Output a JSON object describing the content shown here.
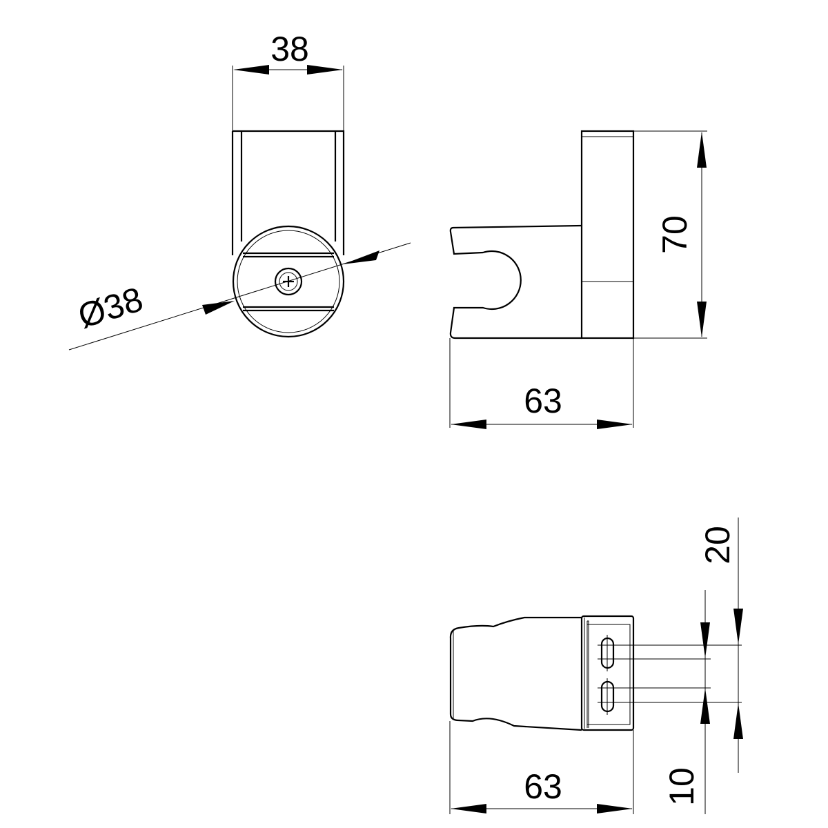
{
  "dimensions": {
    "front_width": "38",
    "front_diameter": "Ø38",
    "side_height": "70",
    "side_depth": "63",
    "bottom_depth": "63",
    "bottom_slot_spacing": "20",
    "bottom_slot_offset": "10"
  }
}
